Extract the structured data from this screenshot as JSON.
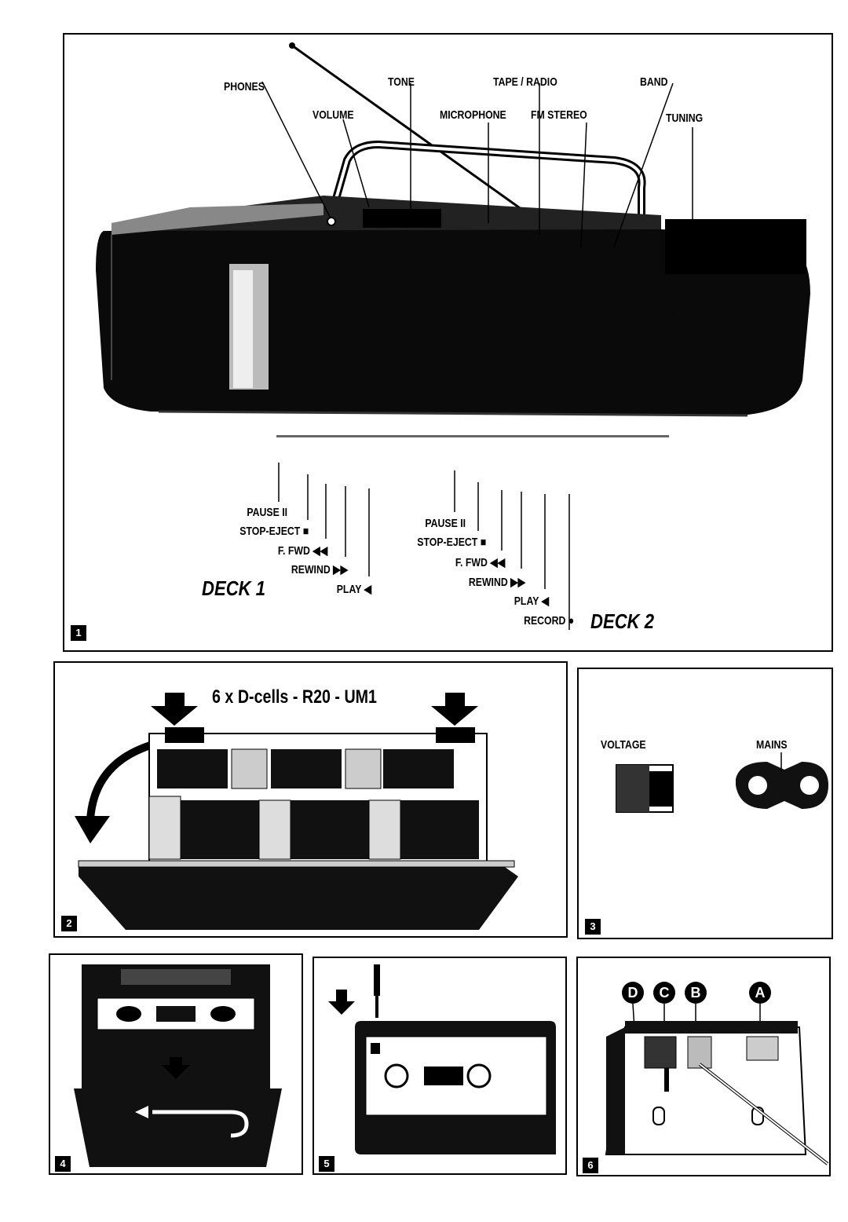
{
  "figures": [
    {
      "number": "1"
    },
    {
      "number": "2"
    },
    {
      "number": "3"
    },
    {
      "number": "4"
    },
    {
      "number": "5"
    },
    {
      "number": "6"
    }
  ],
  "fig1": {
    "labels": {
      "phones": "PHONES",
      "tone": "TONE",
      "tape_radio": "TAPE / RADIO",
      "band": "BAND",
      "volume": "VOLUME",
      "microphone": "MICROPHONE",
      "fm_stereo": "FM STEREO",
      "tuning": "TUNING"
    },
    "deck1": {
      "title": "DECK 1",
      "pause": "PAUSE II",
      "stop_eject": "STOP-EJECT ■",
      "f_fwd": "F. FWD ◀◀",
      "rewind": "REWIND ▶▶",
      "play": "PLAY ◀"
    },
    "deck2": {
      "title": "DECK 2",
      "pause": "PAUSE II",
      "stop_eject": "STOP-EJECT ■",
      "f_fwd": "F. FWD ◀◀",
      "rewind": "REWIND ▶▶",
      "play": "PLAY ◀",
      "record": "RECORD ●"
    }
  },
  "fig2": {
    "battery_label": "6 x D-cells - R20 - UM1"
  },
  "fig3": {
    "voltage": "VOLTAGE",
    "mains": "MAINS"
  },
  "fig6": {
    "callouts": [
      "D",
      "C",
      "B",
      "A"
    ]
  }
}
